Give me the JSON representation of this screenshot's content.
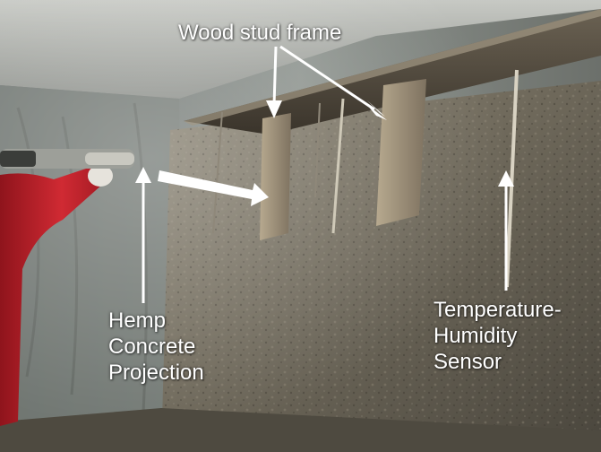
{
  "annotations": {
    "wood_stud_frame": "Wood stud frame",
    "hemp_concrete_projection": "Hemp\nConcrete\nProjection",
    "temperature_humidity_sensor": "Temperature-\nHumidity\nSensor"
  },
  "colors": {
    "label_text": "#ffffff",
    "arrow": "#ffffff",
    "worker_jacket": "#c8232c",
    "hemp_fill": "#6e685a",
    "plastic_sheeting": "#9aa09a",
    "wood_stud": "#a8957a"
  }
}
